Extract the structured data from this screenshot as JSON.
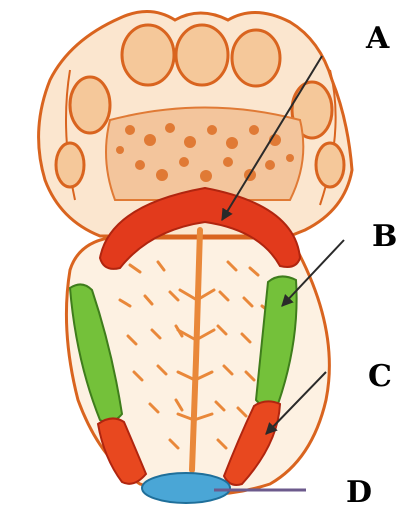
{
  "labels": {
    "a": "A",
    "b": "B",
    "c": "C",
    "d": "D"
  },
  "colors": {
    "outline": "#d9641f",
    "tissue_fill": "#fbe6cf",
    "papillae": "#e9883a",
    "region_a": "#e23a1c",
    "region_b": "#74c13a",
    "region_c": "#e8481f",
    "region_d": "#4aa6d6",
    "pointer": "#6c5a8c",
    "label": "#000000"
  }
}
